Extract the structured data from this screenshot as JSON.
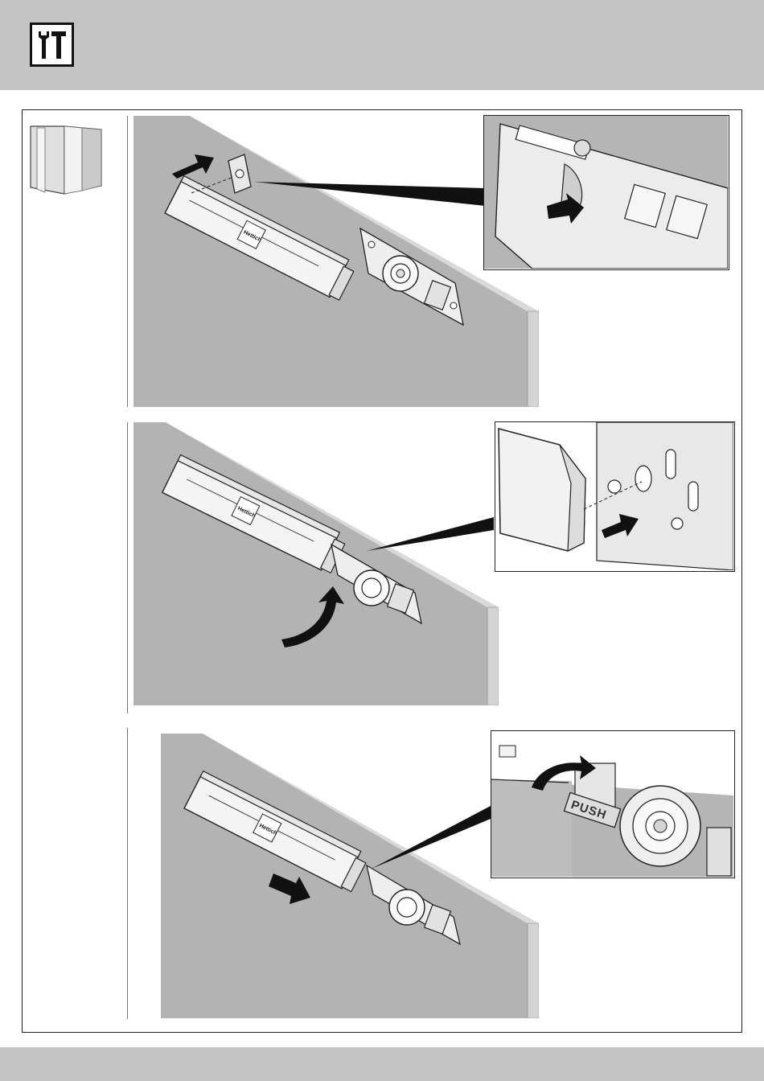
{
  "header": {
    "icon": "tools-icon"
  },
  "steps": [
    {
      "step_icon": "arrow-push-icon",
      "brand_mark": "Hettich"
    },
    {
      "step_icon": "arrow-rotate-icon",
      "brand_mark": "Hettich"
    },
    {
      "step_icon": "arrow-slide-icon",
      "brand_mark": "Hettich",
      "button_text": "PUSH"
    }
  ],
  "colors": {
    "band": "#c4c4c4",
    "panel": "#b3b3b3",
    "panel_edge": "#d9d9d9",
    "line": "#222222"
  }
}
